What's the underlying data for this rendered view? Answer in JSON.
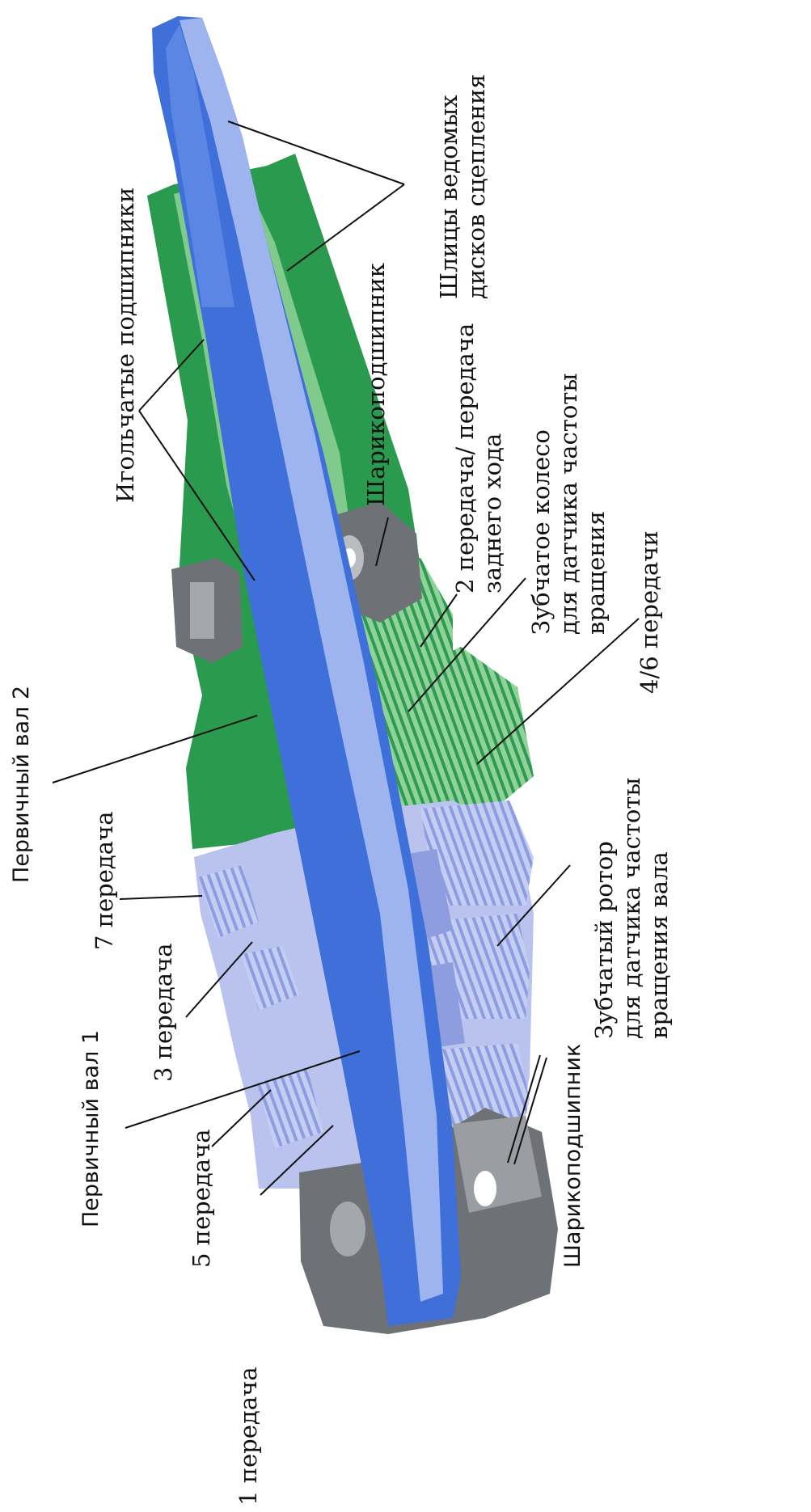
{
  "diagram": {
    "labels": {
      "shlitsy_1": "Шлицы ведомых",
      "shlitsy_2": "дисков сцепления",
      "igolchatye": "Игольчатые подшипники",
      "sharikopodshipnik_top": "Шарикоподшипник",
      "peredacha2_1": "2 передача/ передача",
      "peredacha2_2": "заднего хода",
      "zubchatoe_1": "Зубчатое колесо",
      "zubchatoe_2": "для датчика частоты",
      "zubchatoe_3": "вращения",
      "peredachi46": "4/6 передачи",
      "perv_val_2": "Первичный вал 2",
      "peredacha7": "7 передача",
      "peredacha3": "3 передача",
      "perv_val_1": "Первичный вал 1",
      "peredacha5": "5 передача",
      "peredacha1": "1 передача",
      "rotor_1": "Зубчатый ротор",
      "rotor_2": "для датчика частоты",
      "rotor_3": "вращения вала",
      "sharikopodshipnik_bottom": "Шарикоподшипник"
    },
    "colors": {
      "shaft_blue": "#3f6fd8",
      "shaft_light": "#9db4ee",
      "gear_lavender": "#b9c3ee",
      "green_dark": "#1f8a43",
      "green_light": "#8fd29a",
      "bearing_gray": "#6e7277"
    }
  }
}
